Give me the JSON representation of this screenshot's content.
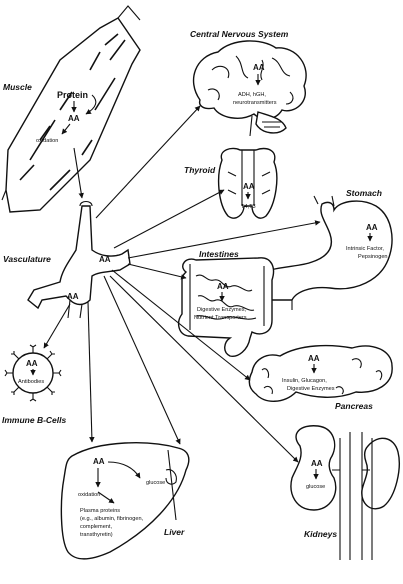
{
  "muscle": {
    "label": "Muscle",
    "protein": "Protein",
    "aa": "AA",
    "oxidation": "oxidation"
  },
  "cns": {
    "label": "Central Nervous System",
    "aa": "AA",
    "line1": "ADH, hGH,",
    "line2": "neurotransmitters"
  },
  "thyroid": {
    "label": "Thyroid",
    "aa": "AA",
    "product": "T4,T3"
  },
  "stomach": {
    "label": "Stomach",
    "aa": "AA",
    "line1": "Intrinsic Factor,",
    "line2": "Pepsinogen"
  },
  "intestines": {
    "label": "Intestines",
    "aa": "AA",
    "line1": "Digestive Enzymes,",
    "line2": "Nutrient Transporters"
  },
  "vasculature": {
    "label": "Vasculature",
    "aa1": "AA",
    "aa2": "AA"
  },
  "pancreas": {
    "label": "Pancreas",
    "aa": "AA",
    "line1": "Insulin, Glucagon,",
    "line2": "Digestive Enzymes"
  },
  "bcells": {
    "label": "Immune B-Cells",
    "aa": "AA",
    "product": "Antibodies"
  },
  "liver": {
    "label": "Liver",
    "aa": "AA",
    "oxidation": "oxidation",
    "glucose": "glucose",
    "p1": "Plasma proteins",
    "p2": "(e.g., albumin, fibrinogen,",
    "p3": "complement,",
    "p4": "transthyretin)"
  },
  "kidneys": {
    "label": "Kidneys",
    "aa": "AA",
    "glucose": "glucose"
  }
}
